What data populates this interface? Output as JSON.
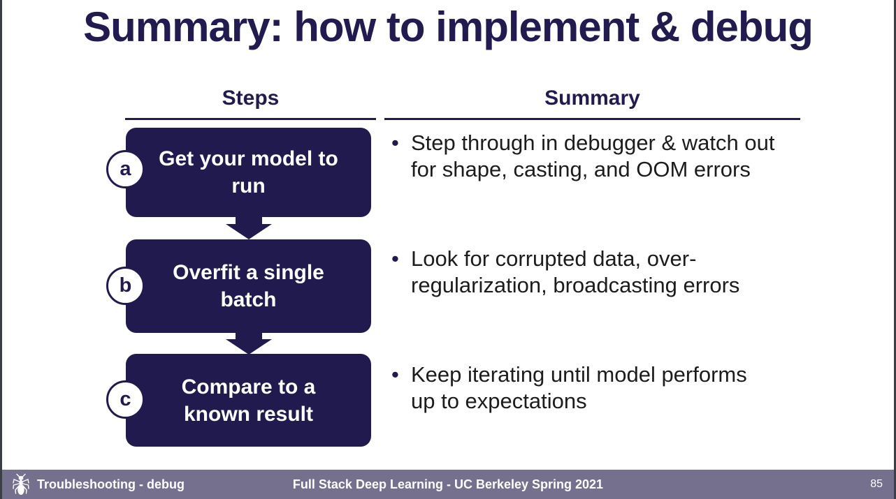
{
  "title": "Summary: how to implement & debug",
  "columns": {
    "steps": "Steps",
    "summary": "Summary"
  },
  "bullet_char": "•",
  "steps": [
    {
      "badge": "a",
      "box_lines": [
        "Get your model to",
        "run"
      ],
      "box_text": "Get your model to run",
      "summary_lines": [
        "Step through in debugger & watch out",
        "for shape, casting, and OOM errors"
      ],
      "summary_text": "Step through in debugger & watch out for shape, casting, and OOM errors"
    },
    {
      "badge": "b",
      "box_lines": [
        "Overfit a single",
        "batch"
      ],
      "box_text": "Overfit a single batch",
      "summary_lines": [
        "Look for corrupted data, over-",
        "regularization, broadcasting errors"
      ],
      "summary_text": "Look for corrupted data, over-regularization, broadcasting errors"
    },
    {
      "badge": "c",
      "box_lines": [
        "Compare to a",
        "known result"
      ],
      "box_text": "Compare to a known result",
      "summary_lines": [
        "Keep iterating until model performs",
        "up to expectations"
      ],
      "summary_text": "Keep iterating until model performs up to expectations"
    }
  ],
  "footer": {
    "logo_icon": "ant-icon",
    "section": "Troubleshooting - debug",
    "course": "Full Stack Deep Learning - UC Berkeley Spring 2021",
    "page_number": "85"
  },
  "colors": {
    "navy": "#201a4f",
    "title_navy": "#221b4f",
    "footer_bg": "#74708e",
    "body_text": "#1c1c1c",
    "edge_border": "#3b3e44"
  }
}
